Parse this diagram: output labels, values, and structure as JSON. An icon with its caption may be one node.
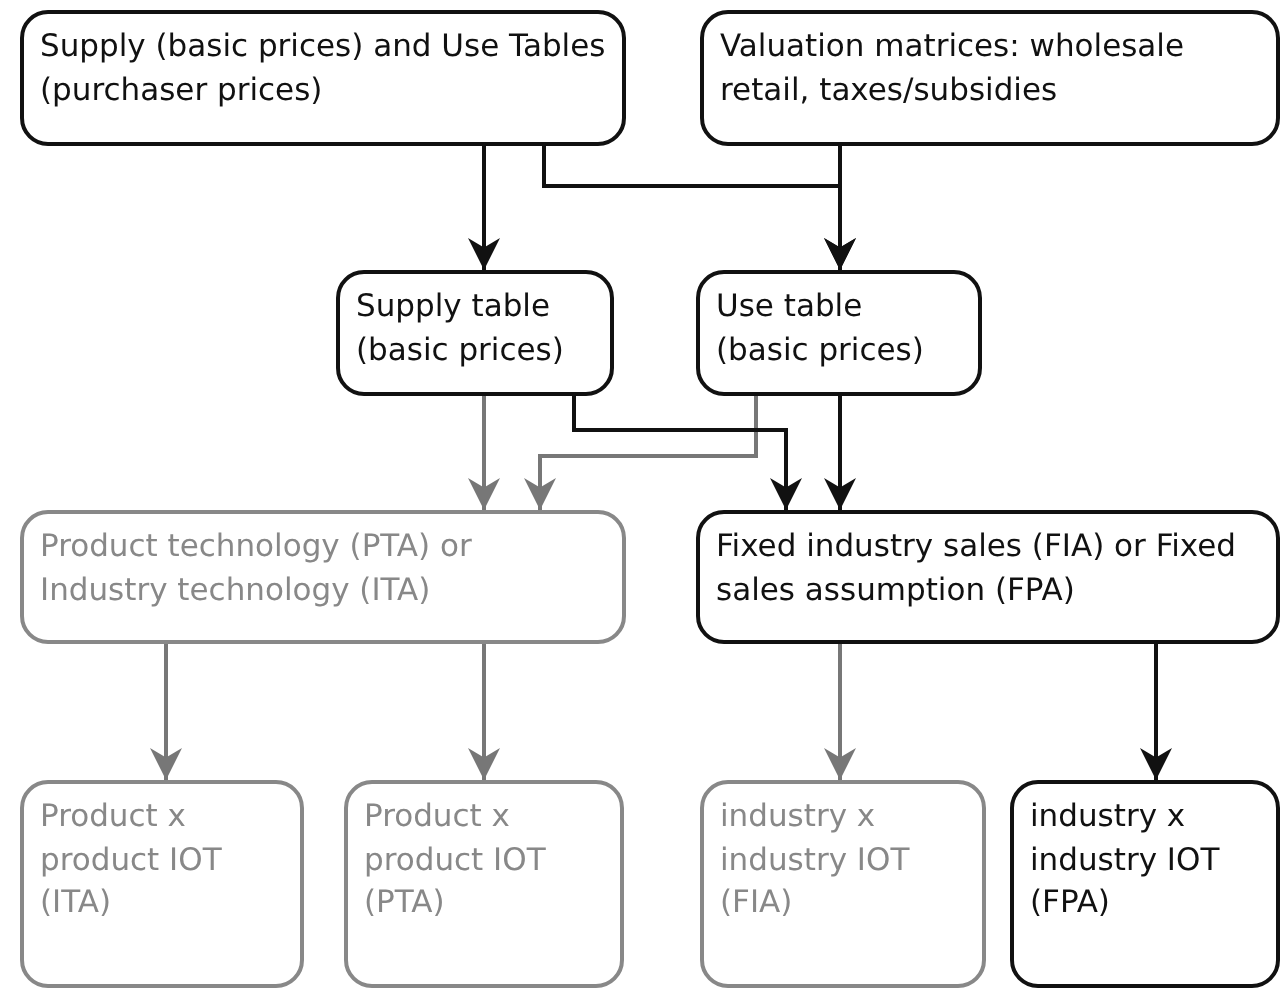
{
  "diagram": {
    "nodes": [
      {
        "text": [
          "Supply (basic prices) and Use Tables (purchaser prices)"
        ]
      },
      {
        "text": [
          "Valuation matrices: wholesale retail, taxes/subsidies"
        ]
      },
      {
        "text": [
          "Supply table (basic prices)"
        ]
      },
      {
        "text": [
          "Use table (basic prices)"
        ]
      },
      {
        "text": [
          "Product technology (PTA) or Industry technology (ITA)"
        ]
      },
      {
        "text": [
          "Fixed industry sales (FIA) or Fixed sales assumption (FPA)"
        ]
      },
      {
        "text": [
          "Product x product IOT (ITA)"
        ]
      },
      {
        "text": [
          "Product x product IOT (PTA)"
        ]
      },
      {
        "text": [
          "industry x industry IOT (FIA)"
        ]
      },
      {
        "text": [
          "industry x industry IOT (FPA)"
        ]
      }
    ],
    "edges": [
      {
        "from": 0,
        "to": 2,
        "arrow": "to"
      },
      {
        "from": 0,
        "to": 3,
        "arrow": "to"
      },
      {
        "from": 1,
        "to": 3,
        "arrow": "to"
      },
      {
        "from": 2,
        "to": 4,
        "arrow": "to",
        "color": "#777777"
      },
      {
        "from": 3,
        "to": 4,
        "arrow": "to",
        "color": "#777777"
      },
      {
        "from": 2,
        "to": 5,
        "arrow": "to"
      },
      {
        "from": 3,
        "to": 5,
        "arrow": "to"
      },
      {
        "from": 4,
        "to": 6,
        "arrow": "to",
        "color": "#777777"
      },
      {
        "from": 4,
        "to": 7,
        "arrow": "to",
        "color": "#777777"
      },
      {
        "from": 5,
        "to": 8,
        "arrow": "to",
        "color": "#777777"
      },
      {
        "from": 5,
        "to": 9,
        "arrow": "to"
      }
    ]
  }
}
